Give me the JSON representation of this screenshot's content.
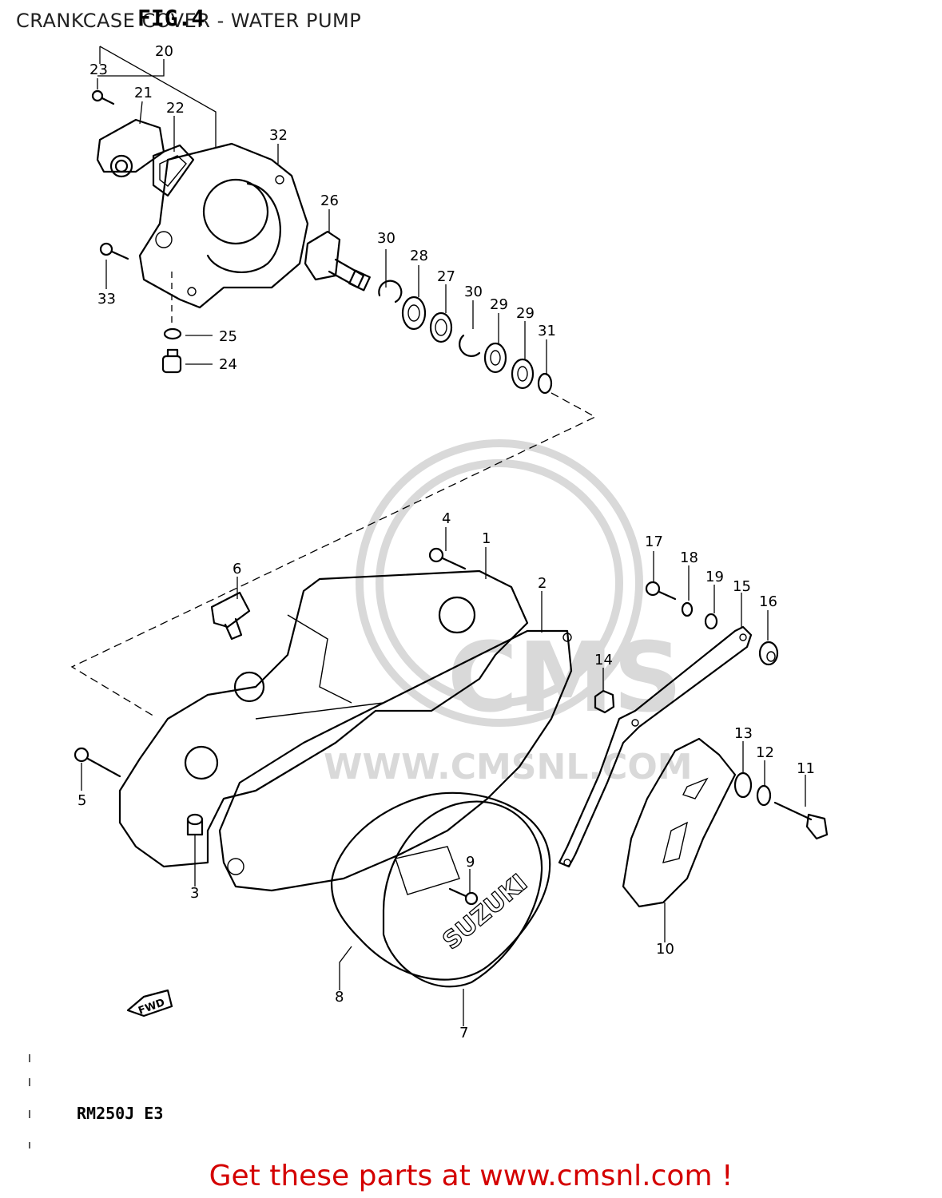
{
  "header": {
    "title": "CRANKCASE COVER - WATER PUMP",
    "figure": "FIG.4"
  },
  "diagram": {
    "model_code": "RM250J  E3",
    "fwd_label": "FWD",
    "brand_marking": "SUZUKI",
    "watermark": {
      "logo_text": "CMS",
      "url_text": "WWW.CMSNL.COM"
    },
    "callouts": {
      "c1": "1",
      "c2": "2",
      "c3": "3",
      "c4": "4",
      "c5": "5",
      "c6": "6",
      "c7": "7",
      "c8": "8",
      "c9": "9",
      "c10": "10",
      "c11": "11",
      "c12": "12",
      "c13": "13",
      "c14": "14",
      "c15": "15",
      "c16": "16",
      "c17": "17",
      "c18": "18",
      "c19": "19",
      "c20": "20",
      "c21": "21",
      "c22": "22",
      "c23": "23",
      "c24": "24",
      "c25": "25",
      "c26": "26",
      "c27": "27",
      "c28": "28",
      "c29a": "29",
      "c29b": "29",
      "c30a": "30",
      "c30b": "30",
      "c31": "31",
      "c32": "32",
      "c33": "33"
    }
  },
  "footer": {
    "cta": "Get these parts at www.cmsnl.com !"
  }
}
